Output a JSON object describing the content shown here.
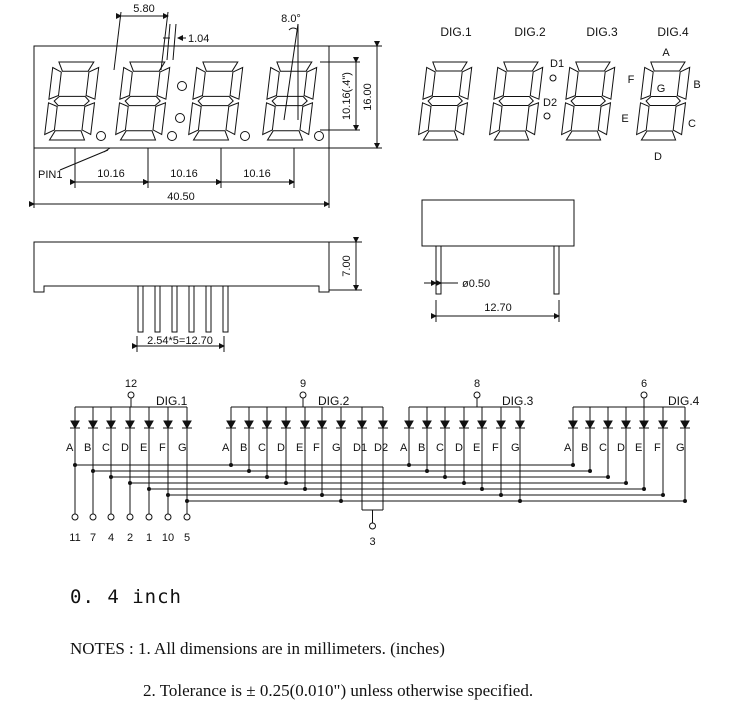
{
  "dimensions": {
    "seg_width": "5.80",
    "seg_thick": "1.04",
    "slant": "8.0°",
    "digit_height": "10.16(.4\")",
    "total_height": "16.00",
    "pitch1": "10.16",
    "pitch2": "10.16",
    "pitch3": "10.16",
    "total_width": "40.50",
    "depth": "7.00",
    "pin_pitch": "2.54*5=12.70",
    "pin_dia": "ø0.50",
    "row_spacing": "12.70",
    "pin1_label": "PIN1"
  },
  "segment_diagram": {
    "digits": [
      "DIG.1",
      "DIG.2",
      "DIG.3",
      "DIG.4"
    ],
    "dp_labels": [
      "D1",
      "D2"
    ],
    "segments": [
      "A",
      "B",
      "C",
      "D",
      "E",
      "F",
      "G"
    ]
  },
  "circuit": {
    "common_pins": [
      "12",
      "9",
      "8",
      "6"
    ],
    "groups": [
      {
        "name": "DIG.1",
        "segments": [
          "A",
          "B",
          "C",
          "D",
          "E",
          "F",
          "G"
        ]
      },
      {
        "name": "DIG.2",
        "segments": [
          "A",
          "B",
          "C",
          "D",
          "E",
          "F",
          "G",
          "D1",
          "D2"
        ]
      },
      {
        "name": "DIG.3",
        "segments": [
          "A",
          "B",
          "C",
          "D",
          "E",
          "F",
          "G"
        ]
      },
      {
        "name": "DIG.4",
        "segments": [
          "A",
          "B",
          "C",
          "D",
          "E",
          "F",
          "G"
        ]
      }
    ],
    "bottom_pins": [
      "11",
      "7",
      "4",
      "2",
      "1",
      "10",
      "5"
    ],
    "dp_pin": "3"
  },
  "size_label": "0. 4  inch",
  "notes": {
    "line1": "NOTES : 1. All dimensions are in millimeters. (inches)",
    "line2": "2. Tolerance is  ±  0.25(0.010\") unless otherwise specified."
  }
}
